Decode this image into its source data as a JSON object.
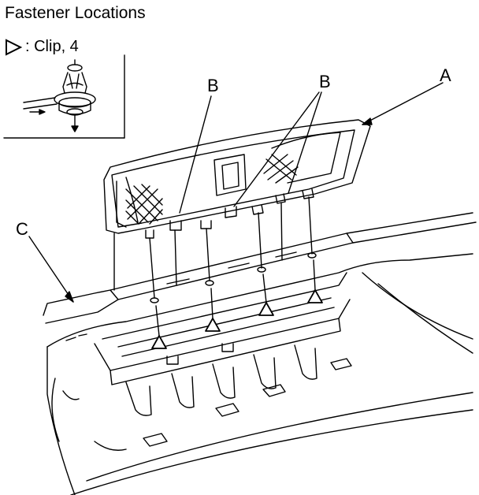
{
  "title": "Fastener Locations",
  "legend": {
    "symbol": "triangle-icon",
    "text": ": Clip, 4"
  },
  "callouts": {
    "a": "A",
    "b1": "B",
    "b2": "B",
    "c": "C"
  },
  "colors": {
    "line": "#000000",
    "background": "#ffffff"
  }
}
